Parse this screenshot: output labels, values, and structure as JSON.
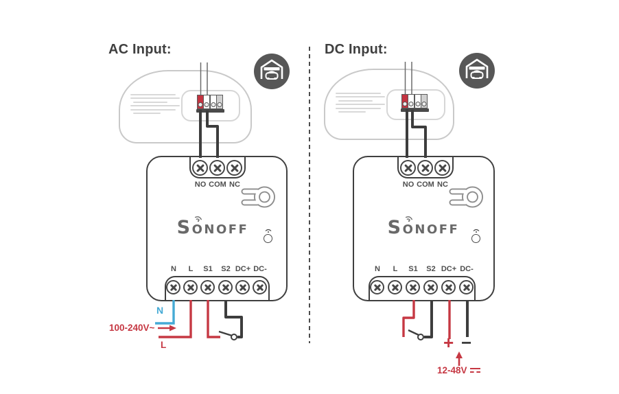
{
  "sections": {
    "ac": {
      "title": "AC Input:",
      "device": {
        "brand": "SONOFF",
        "top_terminals": [
          "NO",
          "COM",
          "NC"
        ],
        "bottom_terminals": [
          "N",
          "L",
          "S1",
          "S2",
          "DC+",
          "DC-"
        ]
      },
      "labels": {
        "neutral": "N",
        "live": "L",
        "voltage": "100-240V~"
      }
    },
    "dc": {
      "title": "DC Input:",
      "device": {
        "brand": "SONOFF",
        "top_terminals": [
          "NO",
          "COM",
          "NC"
        ],
        "bottom_terminals": [
          "N",
          "L",
          "S1",
          "S2",
          "DC+",
          "DC-"
        ]
      },
      "labels": {
        "plus": "+",
        "minus": "−",
        "voltage": "12-48V"
      }
    }
  },
  "icons": {
    "garage": "garage-icon",
    "pairing_button": "pairing-button",
    "wifi": "wifi-icon",
    "mounting_hole": "mounting-hole-icon",
    "dc_symbol": "dc-symbol-icon"
  },
  "colors": {
    "accent_red": "#c63843",
    "neutral_blue": "#45aad5",
    "wire_dark": "#3d3d3d",
    "unit_outline": "#c9c9c9",
    "icon_background": "#575757",
    "logo_gray": "#696969"
  }
}
